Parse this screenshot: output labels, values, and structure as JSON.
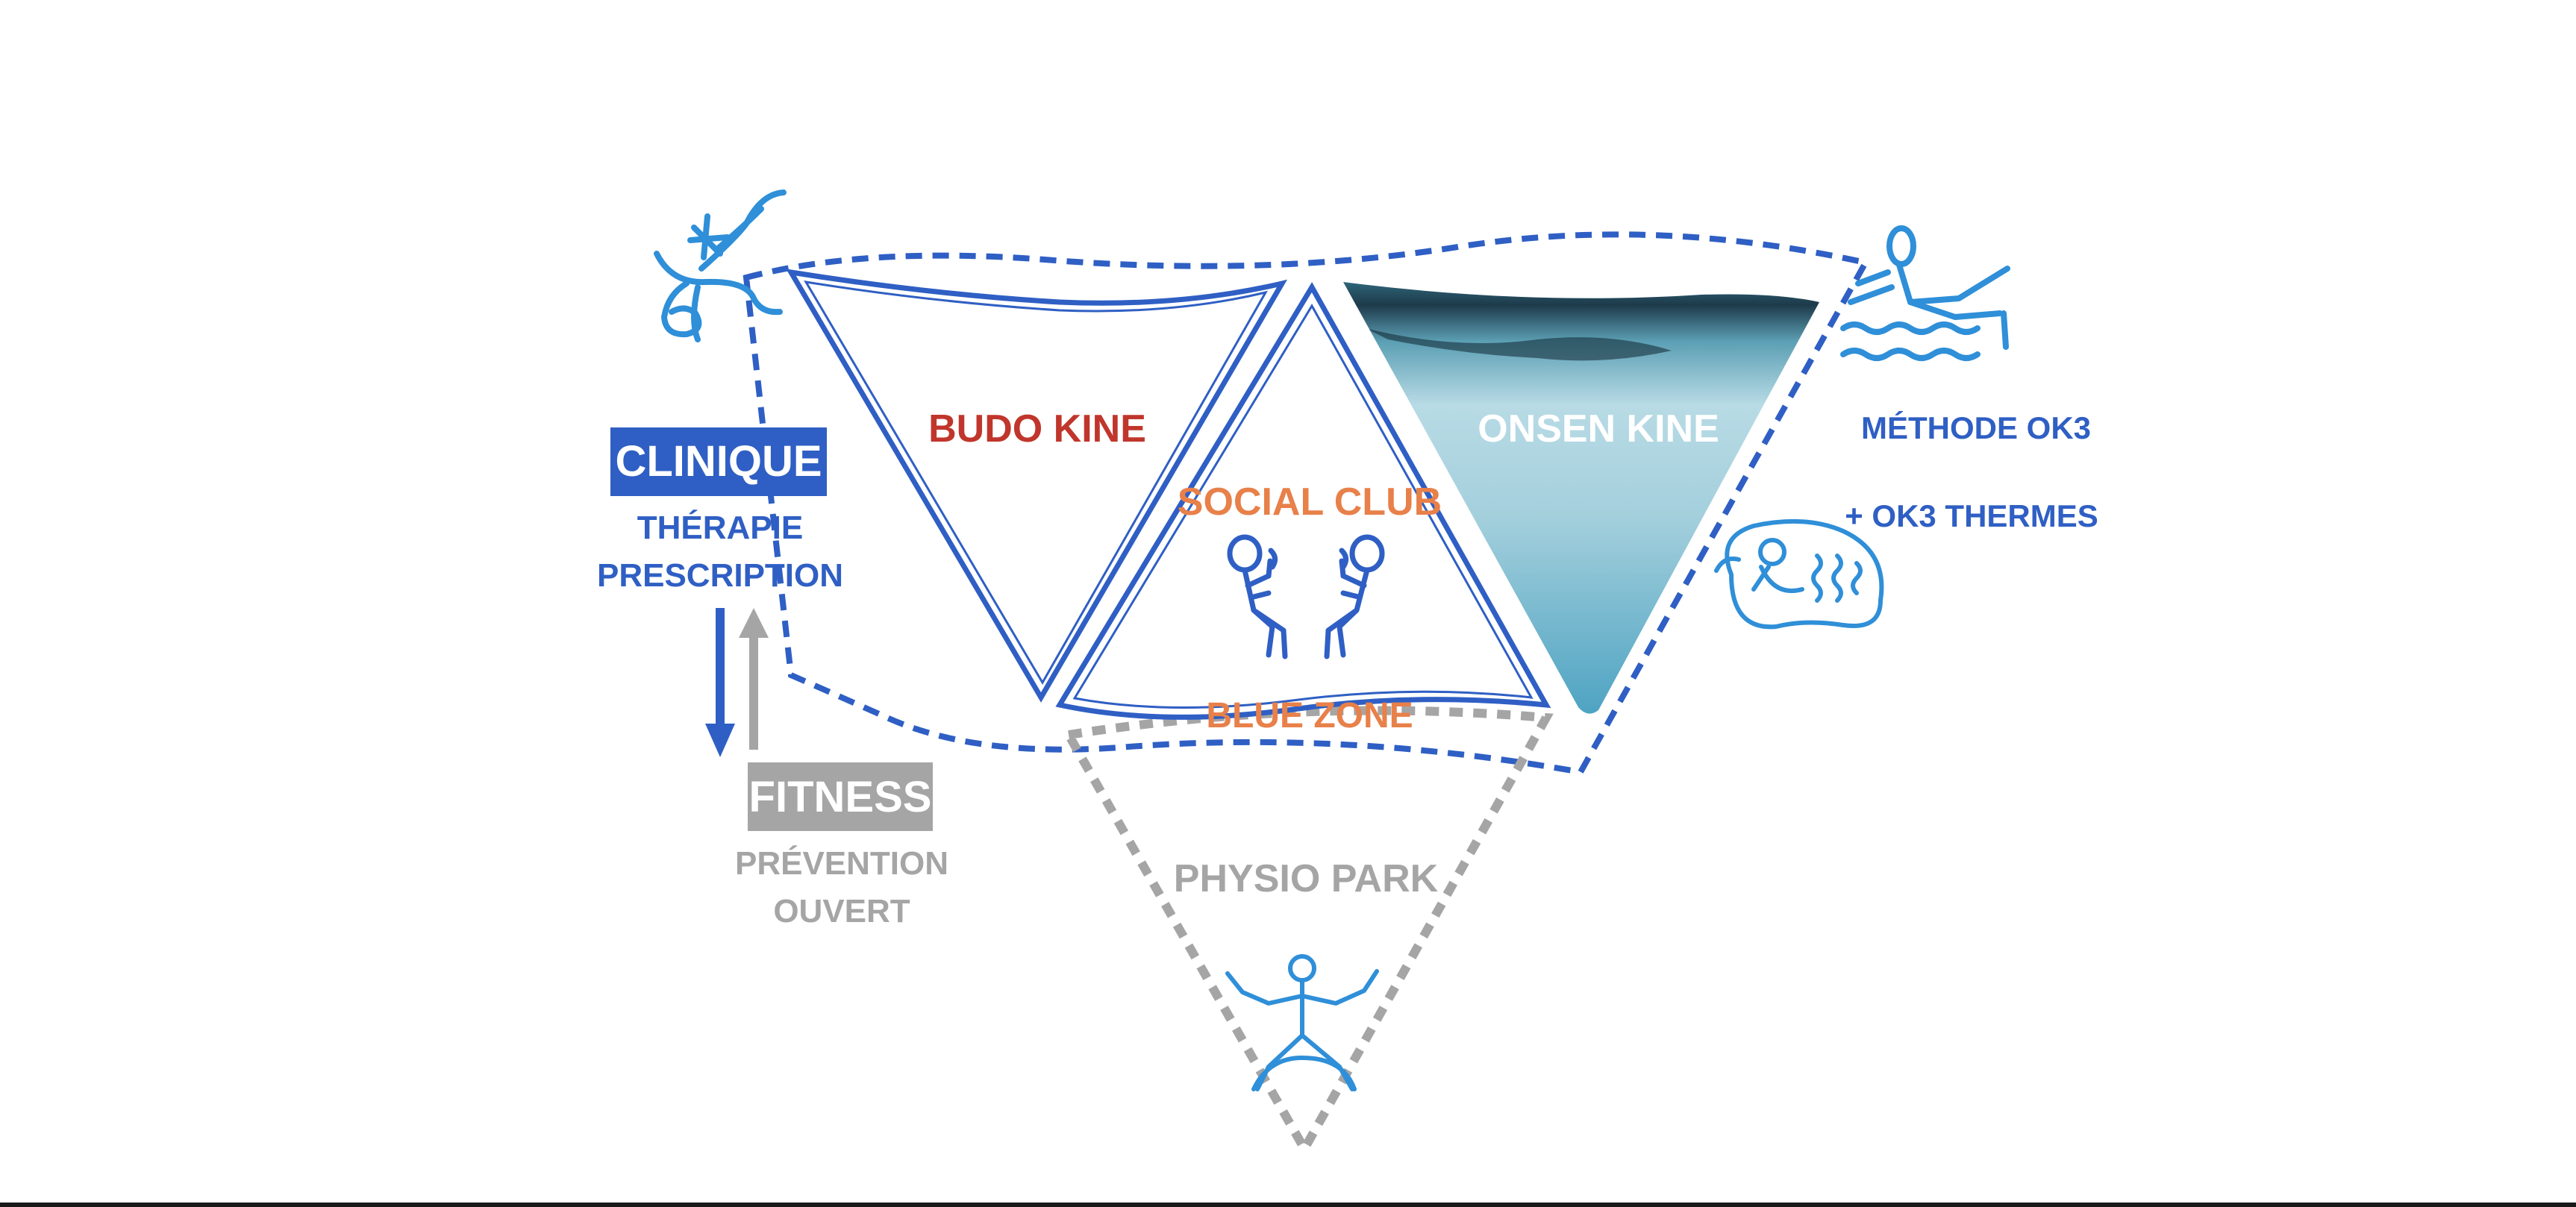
{
  "colors": {
    "blue": "#2f5fc4",
    "light_blue": "#2f8fd8",
    "red": "#c0362c",
    "orange": "#e8804a",
    "grey": "#a5a5a5",
    "white": "#ffffff"
  },
  "labels": {
    "budo": "BUDO KINE",
    "onsen": "ONSEN KINE",
    "social": "SOCIAL CLUB",
    "blue_zone": "BLUE ZONE",
    "physio": "PHYSIO PARK",
    "clinique": "CLINIQUE",
    "therapie": "THÉRAPIE",
    "prescription": "PRESCRIPTION",
    "fitness": "FITNESS",
    "prevention": "PRÉVENTION",
    "ouvert": "OUVERT",
    "methode": "MÉTHODE OK3",
    "thermes": "+ OK3 THERMES"
  },
  "icons": [
    "swimmer-icon",
    "rower-icon",
    "bather-icon",
    "two-people-icon",
    "floating-person-icon"
  ]
}
